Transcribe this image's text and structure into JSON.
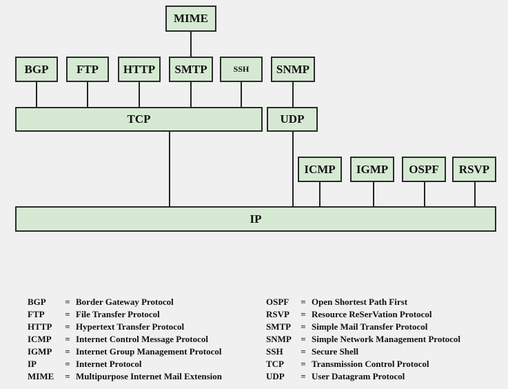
{
  "protocols": {
    "mime": "MIME",
    "bgp": "BGP",
    "ftp": "FTP",
    "http": "HTTP",
    "smtp": "SMTP",
    "ssh": "SSH",
    "snmp": "SNMP",
    "tcp": "TCP",
    "udp": "UDP",
    "icmp": "ICMP",
    "igmp": "IGMP",
    "ospf": "OSPF",
    "rsvp": "RSVP",
    "ip": "IP"
  },
  "legend": {
    "left": [
      {
        "abbr": "BGP",
        "eq": "=",
        "full": "Border Gateway Protocol"
      },
      {
        "abbr": "FTP",
        "eq": "=",
        "full": "File Transfer Protocol"
      },
      {
        "abbr": "HTTP",
        "eq": "=",
        "full": "Hypertext Transfer Protocol"
      },
      {
        "abbr": "ICMP",
        "eq": "=",
        "full": "Internet Control Message Protocol"
      },
      {
        "abbr": "IGMP",
        "eq": "=",
        "full": "Internet Group Management Protocol"
      },
      {
        "abbr": "IP",
        "eq": "=",
        "full": "Internet Protocol"
      },
      {
        "abbr": "MIME",
        "eq": "=",
        "full": "Multipurpose Internet Mail Extension"
      }
    ],
    "right": [
      {
        "abbr": "OSPF",
        "eq": "=",
        "full": "Open Shortest Path First"
      },
      {
        "abbr": "RSVP",
        "eq": "=",
        "full": "Resource ReSerVation Protocol"
      },
      {
        "abbr": "SMTP",
        "eq": "=",
        "full": "Simple Mail Transfer Protocol"
      },
      {
        "abbr": "SNMP",
        "eq": "=",
        "full": "Simple Network Management Protocol"
      },
      {
        "abbr": "SSH",
        "eq": "=",
        "full": "Secure Shell"
      },
      {
        "abbr": "TCP",
        "eq": "=",
        "full": "Transmission Control Protocol"
      },
      {
        "abbr": "UDP",
        "eq": "=",
        "full": "User Datagram Protocol"
      }
    ]
  },
  "colors": {
    "box_fill": "#d6ead3",
    "box_border": "#2a2a2a",
    "background": "#f0f0f0"
  }
}
